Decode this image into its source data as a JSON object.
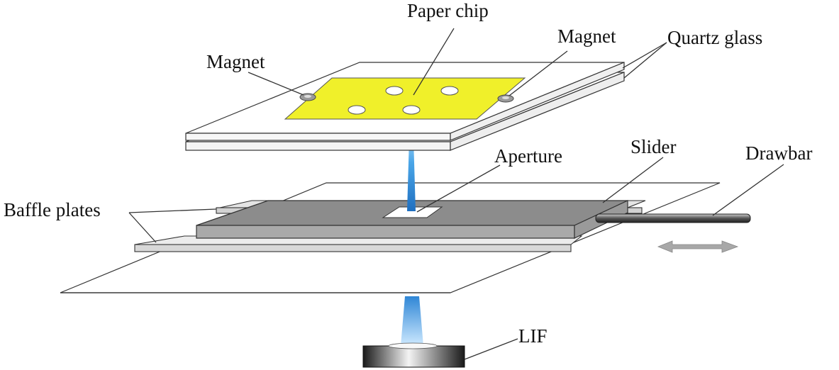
{
  "labels": {
    "paper_chip": "Paper chip",
    "magnet_left": "Magnet",
    "magnet_right": "Magnet",
    "quartz_glass": "Quartz glass",
    "aperture": "Aperture",
    "slider": "Slider",
    "drawbar": "Drawbar",
    "baffle_plates": "Baffle plates",
    "lif": "LIF"
  },
  "colors": {
    "paper_chip": "#f0f02a",
    "slider": "#8c8c8c",
    "baffle": "#dcdcdc",
    "laser_beam": "#4aa6e8",
    "glass": "#ffffff"
  }
}
